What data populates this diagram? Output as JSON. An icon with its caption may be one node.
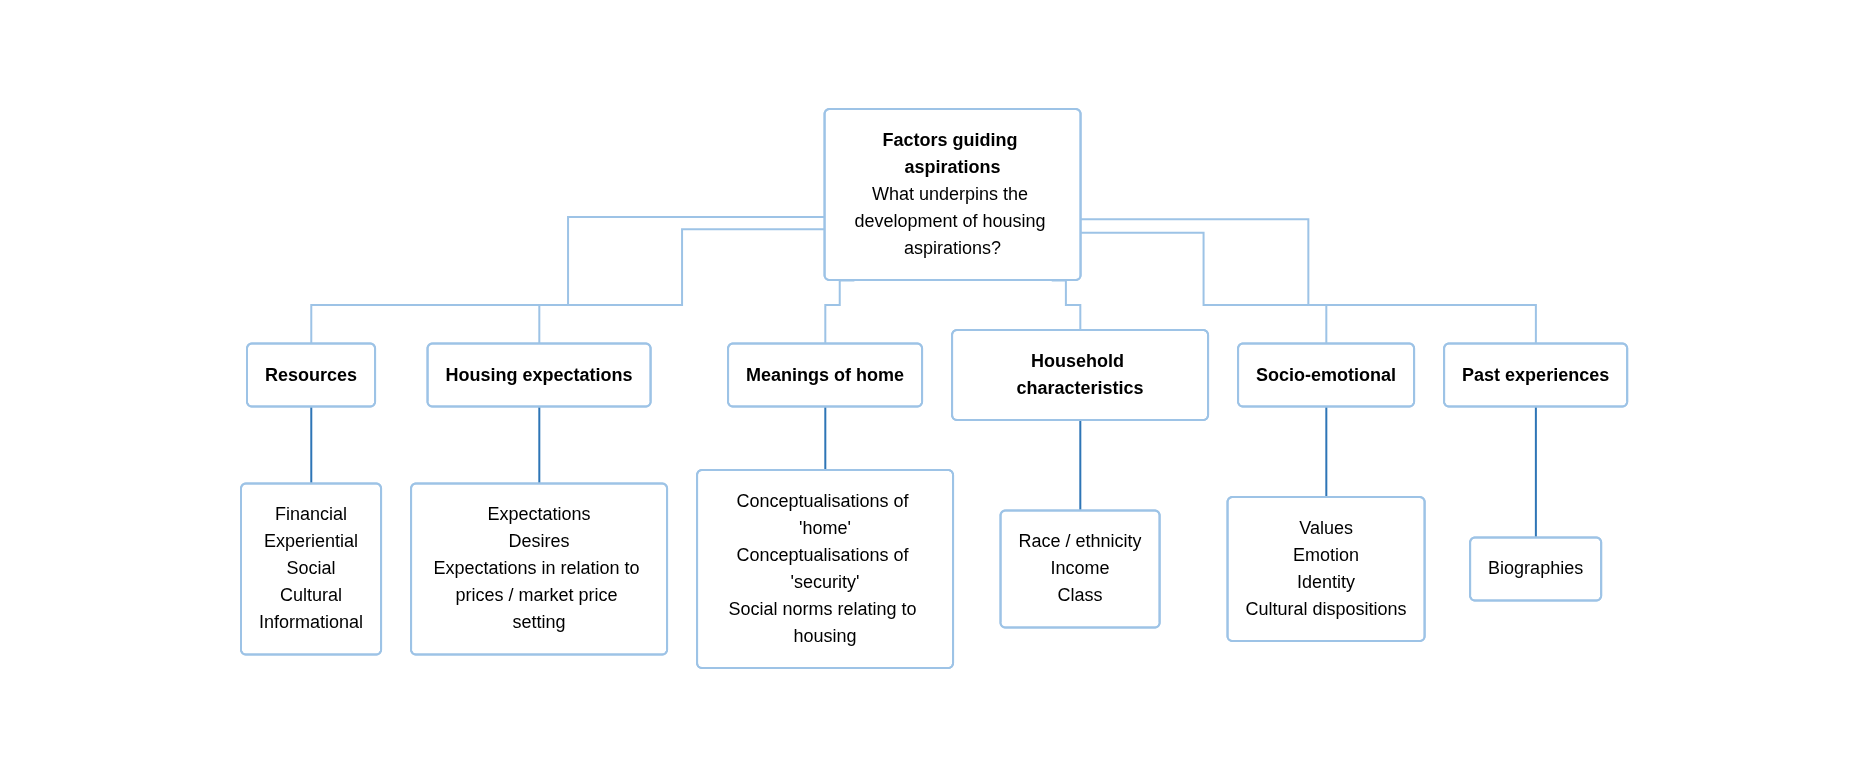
{
  "diagram": {
    "nodes": [
      {
        "text": [
          "Factors guiding aspirations",
          "What underpins the development of housing aspirations?"
        ]
      },
      {
        "text": [
          "Resources"
        ]
      },
      {
        "text": [
          "Housing expectations"
        ]
      },
      {
        "text": [
          "Meanings of home"
        ]
      },
      {
        "text": [
          "Household characteristics"
        ]
      },
      {
        "text": [
          "Socio-emotional"
        ]
      },
      {
        "text": [
          "Past experiences"
        ]
      },
      {
        "text": [
          "Financial",
          "Experiential",
          "Social",
          "Cultural",
          "Informational"
        ]
      },
      {
        "text": [
          "Expectations",
          "Desires",
          "Expectations in relation to prices / market price setting"
        ]
      },
      {
        "text": [
          "Conceptualisations of 'home'",
          "Conceptualisations of 'security'",
          "Social norms relating to housing"
        ]
      },
      {
        "text": [
          "Race / ethnicity",
          "Income",
          "Class"
        ]
      },
      {
        "text": [
          "Values",
          "Emotion",
          "Identity",
          "Cultural dispositions"
        ]
      },
      {
        "text": [
          "Biographies"
        ]
      }
    ],
    "edges": [
      {
        "from": 0,
        "to": 1,
        "arrow": "none"
      },
      {
        "from": 0,
        "to": 2,
        "arrow": "none"
      },
      {
        "from": 0,
        "to": 3,
        "arrow": "none"
      },
      {
        "from": 0,
        "to": 4,
        "arrow": "none"
      },
      {
        "from": 0,
        "to": 5,
        "arrow": "none"
      },
      {
        "from": 0,
        "to": 6,
        "arrow": "none"
      },
      {
        "from": 1,
        "to": 7,
        "arrow": "none",
        "color": "#2e75b6"
      },
      {
        "from": 2,
        "to": 8,
        "arrow": "none",
        "color": "#2e75b6"
      },
      {
        "from": 3,
        "to": 9,
        "arrow": "none",
        "color": "#2e75b6"
      },
      {
        "from": 4,
        "to": 10,
        "arrow": "none",
        "color": "#2e75b6"
      },
      {
        "from": 5,
        "to": 11,
        "arrow": "none",
        "color": "#2e75b6"
      },
      {
        "from": 6,
        "to": 12,
        "arrow": "none",
        "color": "#2e75b6"
      }
    ]
  }
}
